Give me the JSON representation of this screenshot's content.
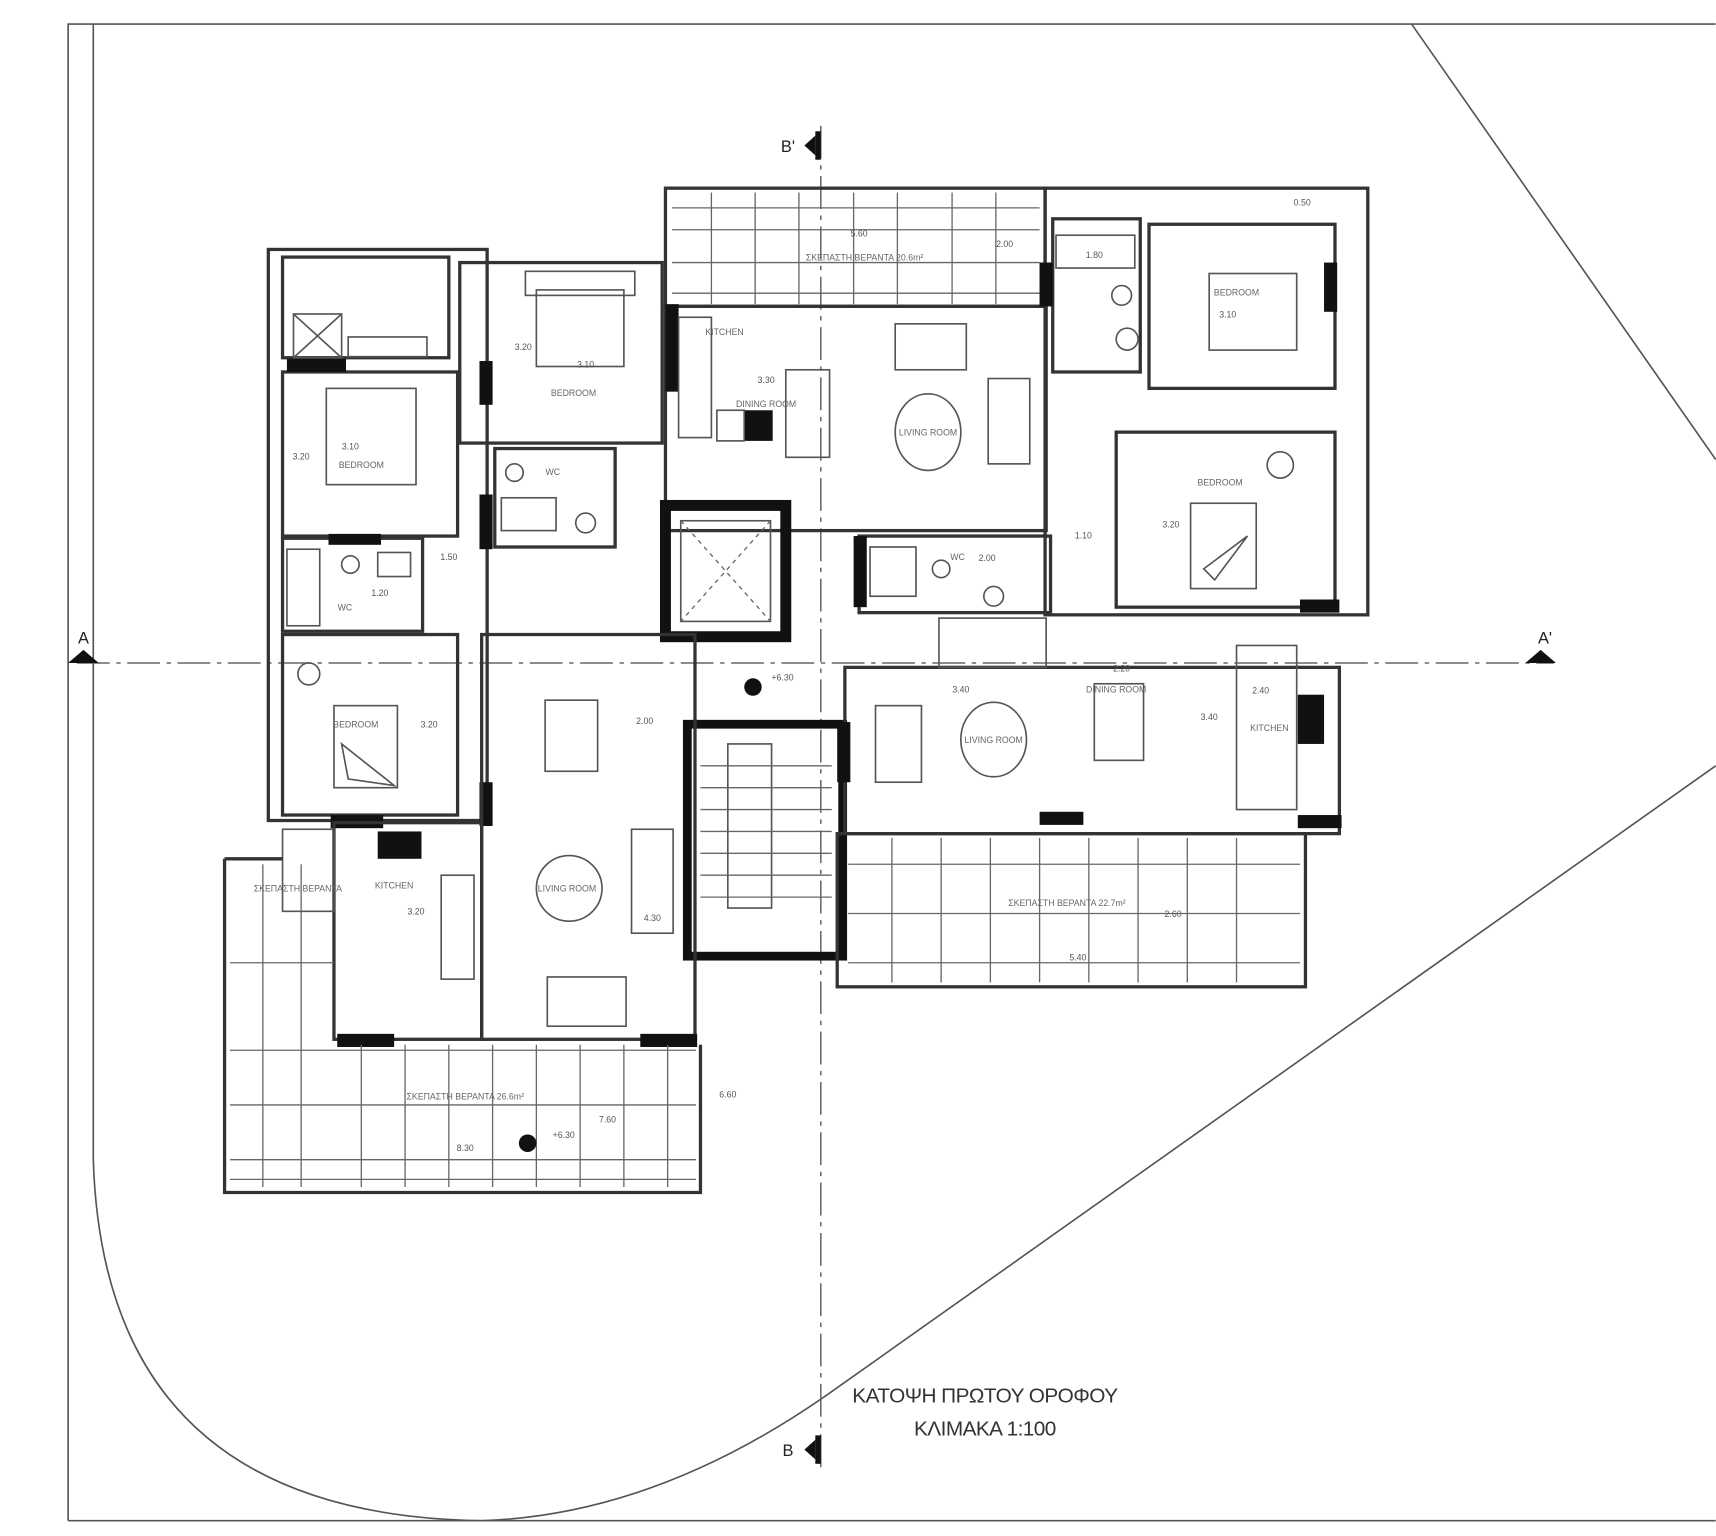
{
  "drawing": {
    "title": "ΚΑΤΟΨΗ ΠΡΩΤΟΥ ΟΡΟΦΟΥ",
    "scale": "ΚΛΙΜΑΚΑ 1:100"
  },
  "sections": {
    "a_left": "A",
    "a_right": "A'",
    "b_top": "B'",
    "b_bottom": "B"
  },
  "rooms": {
    "bedroom_1": "BEDROOM",
    "bedroom_2": "BEDROOM",
    "bedroom_3": "BEDROOM",
    "bedroom_4": "BEDROOM",
    "bedroom_5": "BEDROOM",
    "wc_1": "WC",
    "wc_2": "WC",
    "wc_3": "WC",
    "kitchen_1": "KITCHEN",
    "kitchen_2": "KITCHEN",
    "kitchen_3": "KITCHEN",
    "living_1": "LIVING ROOM",
    "living_2": "LIVING ROOM",
    "living_3": "LIVING ROOM",
    "dining_1": "DINING ROOM",
    "dining_2": "DINING ROOM",
    "veranda_top": "ΣΚΕΠΑΣΤΗ ΒΕΡΑΝΤΑ 20.6m²",
    "veranda_right": "ΣΚΕΠΑΣΤΗ ΒΕΡΑΝΤΑ 22.7m²",
    "veranda_left": "ΣΚΕΠΑΣΤΗ ΒΕΡΑΝΤΑ 26.6m²",
    "storage": "ΣΚΕΠΑΣΤΗ ΒΕΡΑΝΤΑ"
  },
  "dimensions": {
    "d1": "3.20",
    "d2": "3.10",
    "d3": "3.10",
    "d4": "3.20",
    "d5": "5.60",
    "d6": "2.00",
    "d7": "3.10",
    "d8": "1.80",
    "d9": "3.20",
    "d10": "1.50",
    "d11": "1.20",
    "d12": "3.40",
    "d13": "2.20",
    "d14": "2.40",
    "d15": "4.30",
    "d16": "5.40",
    "d17": "2.60",
    "d18": "6.60",
    "d19": "7.60",
    "d20": "8.30",
    "d21": "3.20",
    "d22": "3.20",
    "d23": "2.00",
    "d24": "3.40",
    "d25": "+6.30",
    "d26": "+6.30",
    "d27": "0.50",
    "d28": "2.00",
    "d29": "3.30",
    "d30": "1.10"
  }
}
